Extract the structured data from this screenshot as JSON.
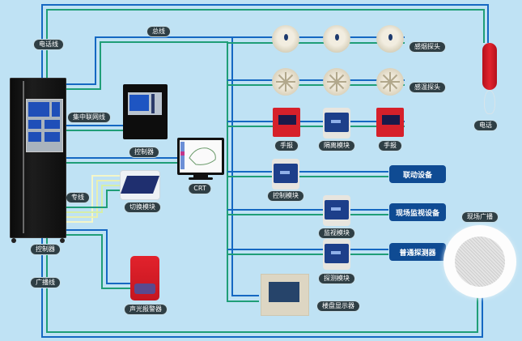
{
  "title": "火灾自动报警系统示意图",
  "colors": {
    "background": "#bfe2f4",
    "wire_blue": "#1568c2",
    "wire_green": "#1f9e77",
    "wire_special": "#f4f6c8",
    "label_pill": "#2f3f45",
    "device_box": "#0f4b93"
  },
  "wire_labels": {
    "phone_line": "电话线",
    "bus": "总线",
    "network": "集中联网线",
    "dedicated": "专线",
    "broadcast": "广播线"
  },
  "devices": {
    "main_controller": "控制器",
    "controller": "控制器",
    "crt": "CRT",
    "switch_module": "切换模块",
    "audio_visual_alarm": "声光报警器",
    "smoke_detector": "感烟探头",
    "heat_detector": "感温探头",
    "manual_alarm_left": "手报",
    "isolation_module": "隔离模块",
    "manual_alarm_right": "手报",
    "control_module": "控制模块",
    "monitor_module": "监视模块",
    "detect_module": "探测模块",
    "floor_display": "楼盘显示器",
    "phone": "电话",
    "speaker": "现场广播"
  },
  "endpoints": {
    "linkage": "联动设备",
    "site_monitor": "现场监视设备",
    "ordinary_detector": "普通探测器"
  }
}
